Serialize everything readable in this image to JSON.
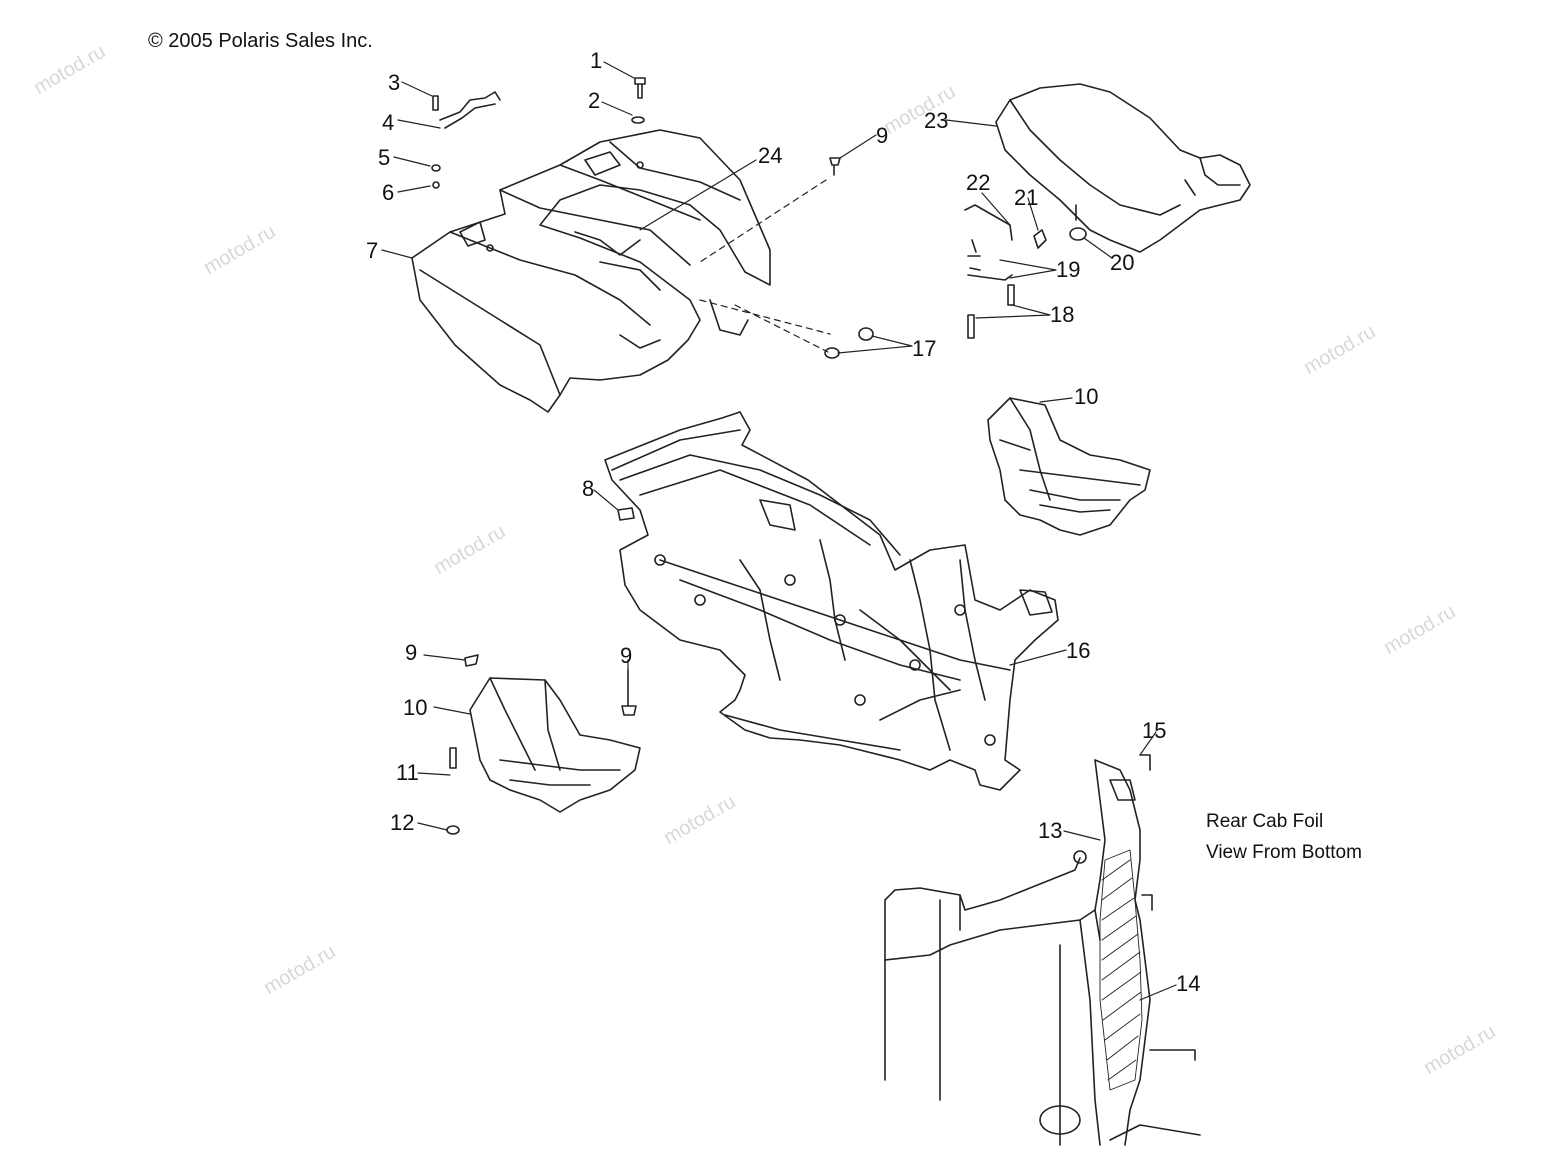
{
  "copyright": "© 2005 Polaris Sales Inc.",
  "watermark": "motod.ru",
  "note": {
    "line1": "Rear Cab Foil",
    "line2": "View From Bottom"
  },
  "callouts": [
    "1",
    "2",
    "3",
    "4",
    "5",
    "6",
    "7",
    "24",
    "9",
    "23",
    "22",
    "21",
    "20",
    "19",
    "18",
    "17",
    "10",
    "8",
    "16",
    "9",
    "9",
    "10",
    "11",
    "12",
    "15",
    "13",
    "14"
  ]
}
